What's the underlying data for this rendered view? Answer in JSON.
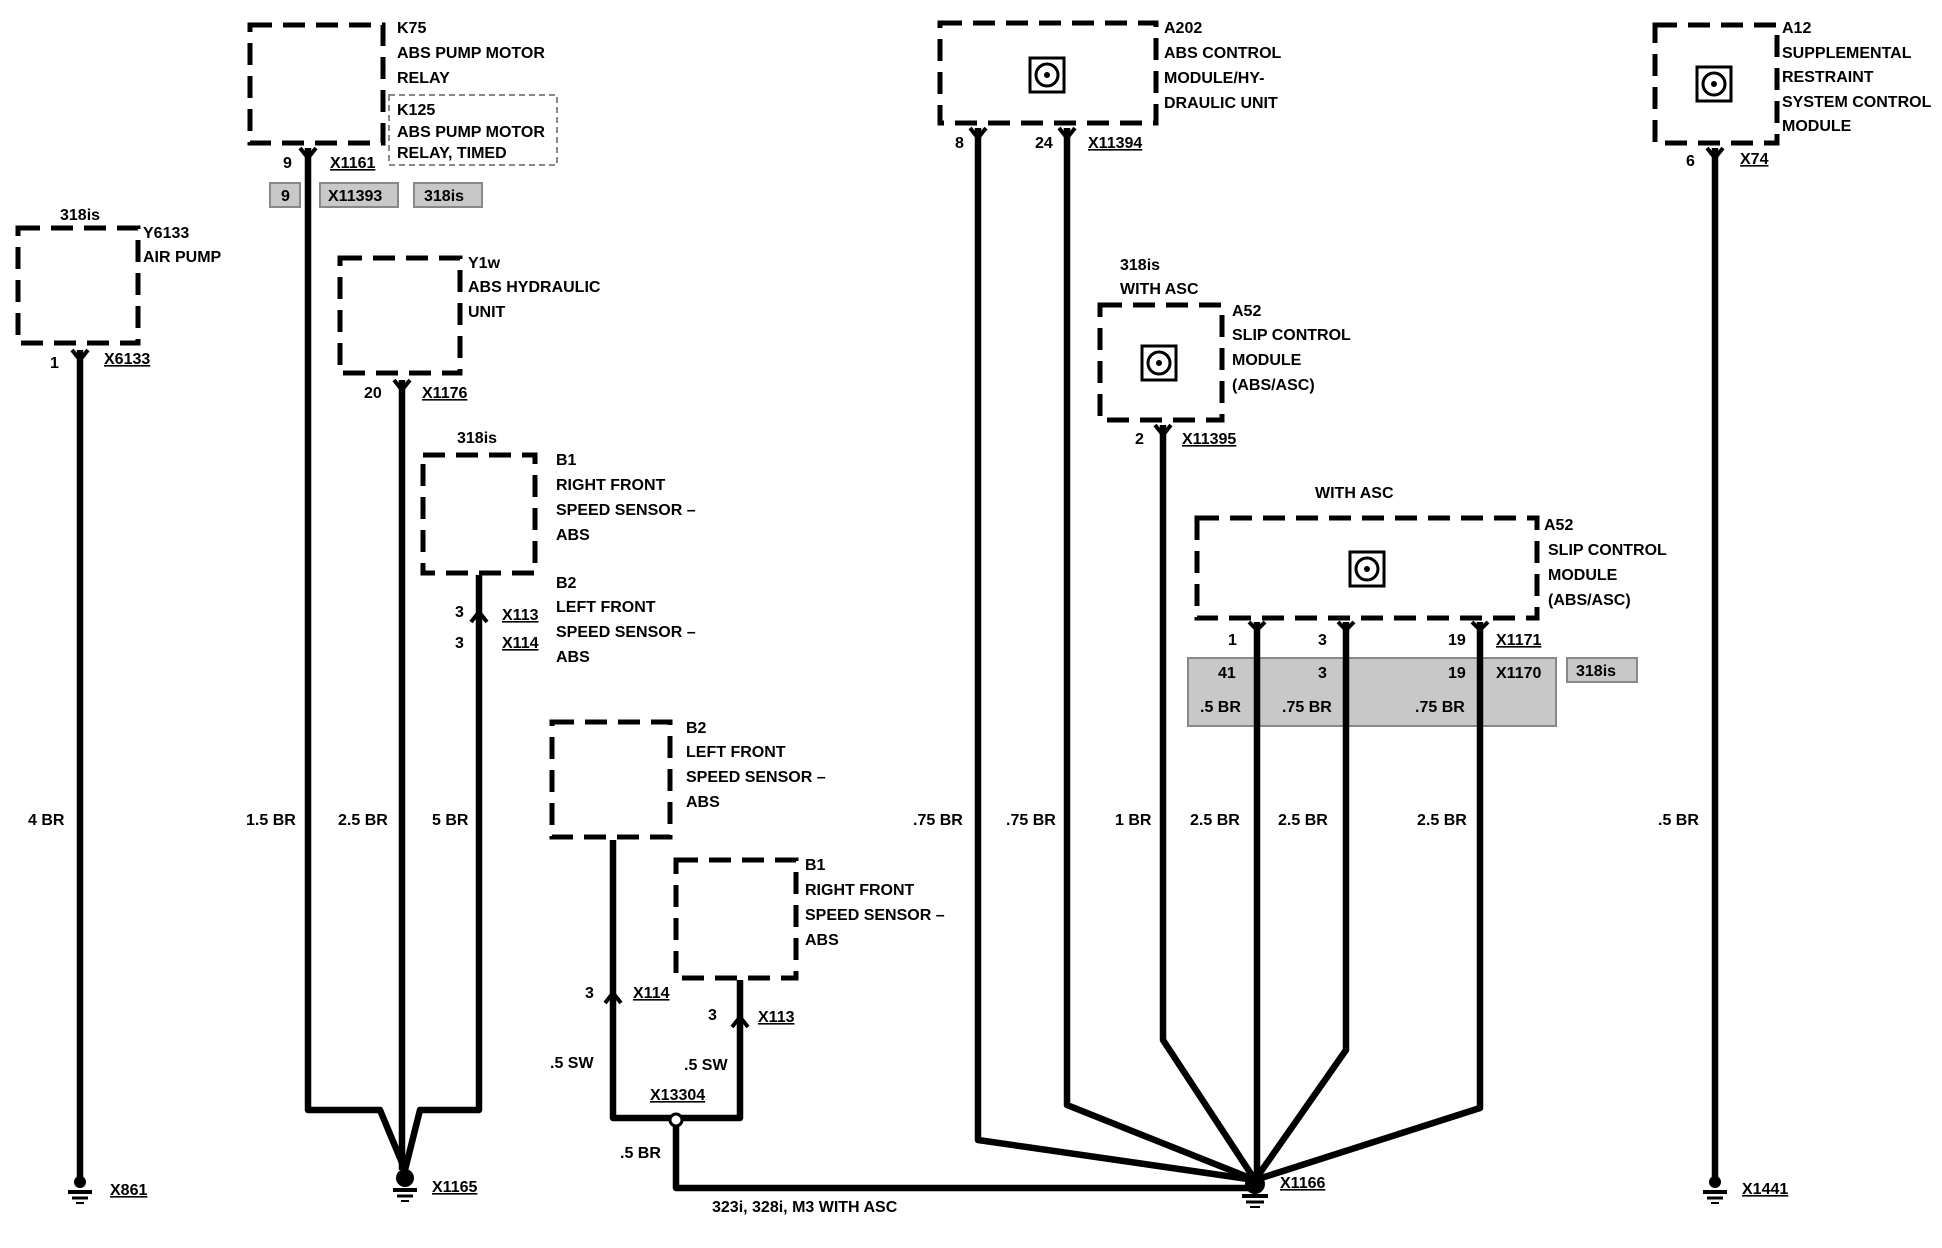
{
  "components": {
    "y6133": {
      "variant": "318is",
      "id": "Y6133",
      "name1": "AIR PUMP",
      "pin": "1",
      "conn": "X6133",
      "wire": "4 BR",
      "ground": "X861"
    },
    "k75": {
      "id": "K75",
      "name1": "ABS PUMP MOTOR",
      "name2": "RELAY",
      "pin": "9",
      "conn": "X1161"
    },
    "k125": {
      "id": "K125",
      "name1": "ABS PUMP MOTOR",
      "name2": "RELAY, TIMED",
      "pin": "9",
      "conn": "X11393",
      "variant": "318is",
      "wire": "1.5 BR"
    },
    "y1w": {
      "id": "Y1w",
      "name1": "ABS HYDRAULIC",
      "name2": "UNIT",
      "pin": "20",
      "conn": "X1176",
      "wire": "2.5 BR"
    },
    "b1_top": {
      "variant": "318is",
      "id": "B1",
      "name1": "RIGHT FRONT",
      "name2": "SPEED SENSOR –",
      "name3": "ABS",
      "pin": "3",
      "conn": "X113"
    },
    "b2_top": {
      "id": "B2",
      "name1": "LEFT FRONT",
      "name2": "SPEED SENSOR –",
      "name3": "ABS",
      "pin": "3",
      "conn": "X114",
      "wire": "5 BR"
    },
    "ground_x1165": "X1165",
    "b2_low": {
      "id": "B2",
      "name1": "LEFT FRONT",
      "name2": "SPEED SENSOR –",
      "name3": "ABS",
      "pin": "3",
      "conn": "X114",
      "wire": ".5 SW"
    },
    "b1_low": {
      "id": "B1",
      "name1": "RIGHT FRONT",
      "name2": "SPEED SENSOR –",
      "name3": "ABS",
      "pin": "3",
      "conn": "X113",
      "wire": ".5 SW"
    },
    "x13304": {
      "conn": "X13304",
      "wire": ".5 BR",
      "note": "323i, 328i, M3 WITH ASC"
    },
    "a202": {
      "id": "A202",
      "name1": "ABS CONTROL",
      "name2": "MODULE/HY-",
      "name3": "DRAULIC UNIT",
      "pin1": "8",
      "pin2": "24",
      "conn": "X11394",
      "wire1": ".75 BR",
      "wire2": ".75 BR"
    },
    "a52_top": {
      "variant": "318is",
      "variant2": "WITH ASC",
      "id": "A52",
      "name1": "SLIP CONTROL",
      "name2": "MODULE",
      "name3": "(ABS/ASC)",
      "pin": "2",
      "conn": "X11395",
      "wire": "1 BR"
    },
    "a52_mid": {
      "variant": "WITH ASC",
      "id": "A52",
      "name1": "SLIP CONTROL",
      "name2": "MODULE",
      "name3": "(ABS/ASC)",
      "pins": [
        "1",
        "3",
        "19"
      ],
      "conn": "X1171",
      "alt_pins": [
        "41",
        "3",
        "19"
      ],
      "alt_conn": "X1170",
      "alt_variant": "318is",
      "alt_wires": [
        ".5 BR",
        ".75 BR",
        ".75 BR"
      ],
      "wires": [
        "2.5 BR",
        "2.5 BR",
        "2.5 BR"
      ]
    },
    "ground_x1166": "X1166",
    "a12": {
      "id": "A12",
      "name1": "SUPPLEMENTAL",
      "name2": "RESTRAINT",
      "name3": "SYSTEM CONTROL",
      "name4": "MODULE",
      "pin": "6",
      "conn": "X74",
      "wire": ".5 BR",
      "ground": "X1441"
    }
  }
}
